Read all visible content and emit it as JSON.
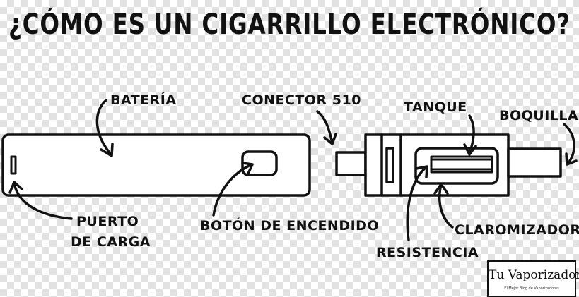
{
  "title": "¿CÓMO ES UN CIGARRILLO ELECTRÓNICO?",
  "labels": {
    "bateria": "BATERÍA",
    "conector": "CONECTOR 510",
    "tanque": "TANQUE",
    "boquilla": "BOQUILLA",
    "puerto_line1": "PUERTO",
    "puerto_line2": "DE CARGA",
    "boton": "BOTÓN DE ENCENDIDO",
    "resistencia": "RESISTENCIA",
    "claromizador": "CLAROMIZADOR"
  },
  "logo": {
    "name": "Tu Vaporizador",
    "tagline": "El Mejor Blog de Vaporizadores"
  },
  "colors": {
    "ink": "#111111",
    "checker_light": "#ffffff",
    "checker_dark": "#e2e2e2"
  }
}
